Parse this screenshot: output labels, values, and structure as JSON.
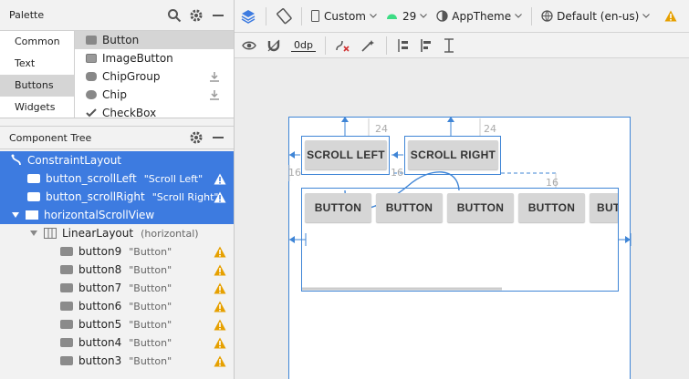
{
  "palette": {
    "title": "Palette",
    "categories": [
      "Common",
      "Text",
      "Buttons",
      "Widgets"
    ],
    "selected_category": "Buttons",
    "items": [
      "Button",
      "ImageButton",
      "ChipGroup",
      "Chip",
      "CheckBox"
    ]
  },
  "component_tree": {
    "title": "Component Tree",
    "nodes": [
      {
        "label": "ConstraintLayout",
        "quote": ""
      },
      {
        "label": "button_scrollLeft",
        "quote": "\"Scroll Left\""
      },
      {
        "label": "button_scrollRight",
        "quote": "\"Scroll Right\""
      },
      {
        "label": "horizontalScrollView",
        "quote": ""
      },
      {
        "label": "LinearLayout",
        "quote": "(horizontal)"
      },
      {
        "label": "button9",
        "quote": "\"Button\""
      },
      {
        "label": "button8",
        "quote": "\"Button\""
      },
      {
        "label": "button7",
        "quote": "\"Button\""
      },
      {
        "label": "button6",
        "quote": "\"Button\""
      },
      {
        "label": "button5",
        "quote": "\"Button\""
      },
      {
        "label": "button4",
        "quote": "\"Button\""
      },
      {
        "label": "button3",
        "quote": "\"Button\""
      }
    ]
  },
  "toolbar": {
    "device": "Custom",
    "api_level": "29",
    "theme": "AppTheme",
    "locale": "Default (en-us)",
    "margin_value": "0dp"
  },
  "canvas": {
    "scroll_left_label": "SCROLL LEFT",
    "scroll_right_label": "SCROLL RIGHT",
    "button_label": "BUTTON",
    "partial_button_label": "BUT",
    "margins": [
      "24",
      "24",
      "16",
      "16",
      "16"
    ]
  },
  "colors": {
    "accent": "#3d7be0",
    "warning": "#e6a000",
    "blueprint": "#3f85d6"
  }
}
